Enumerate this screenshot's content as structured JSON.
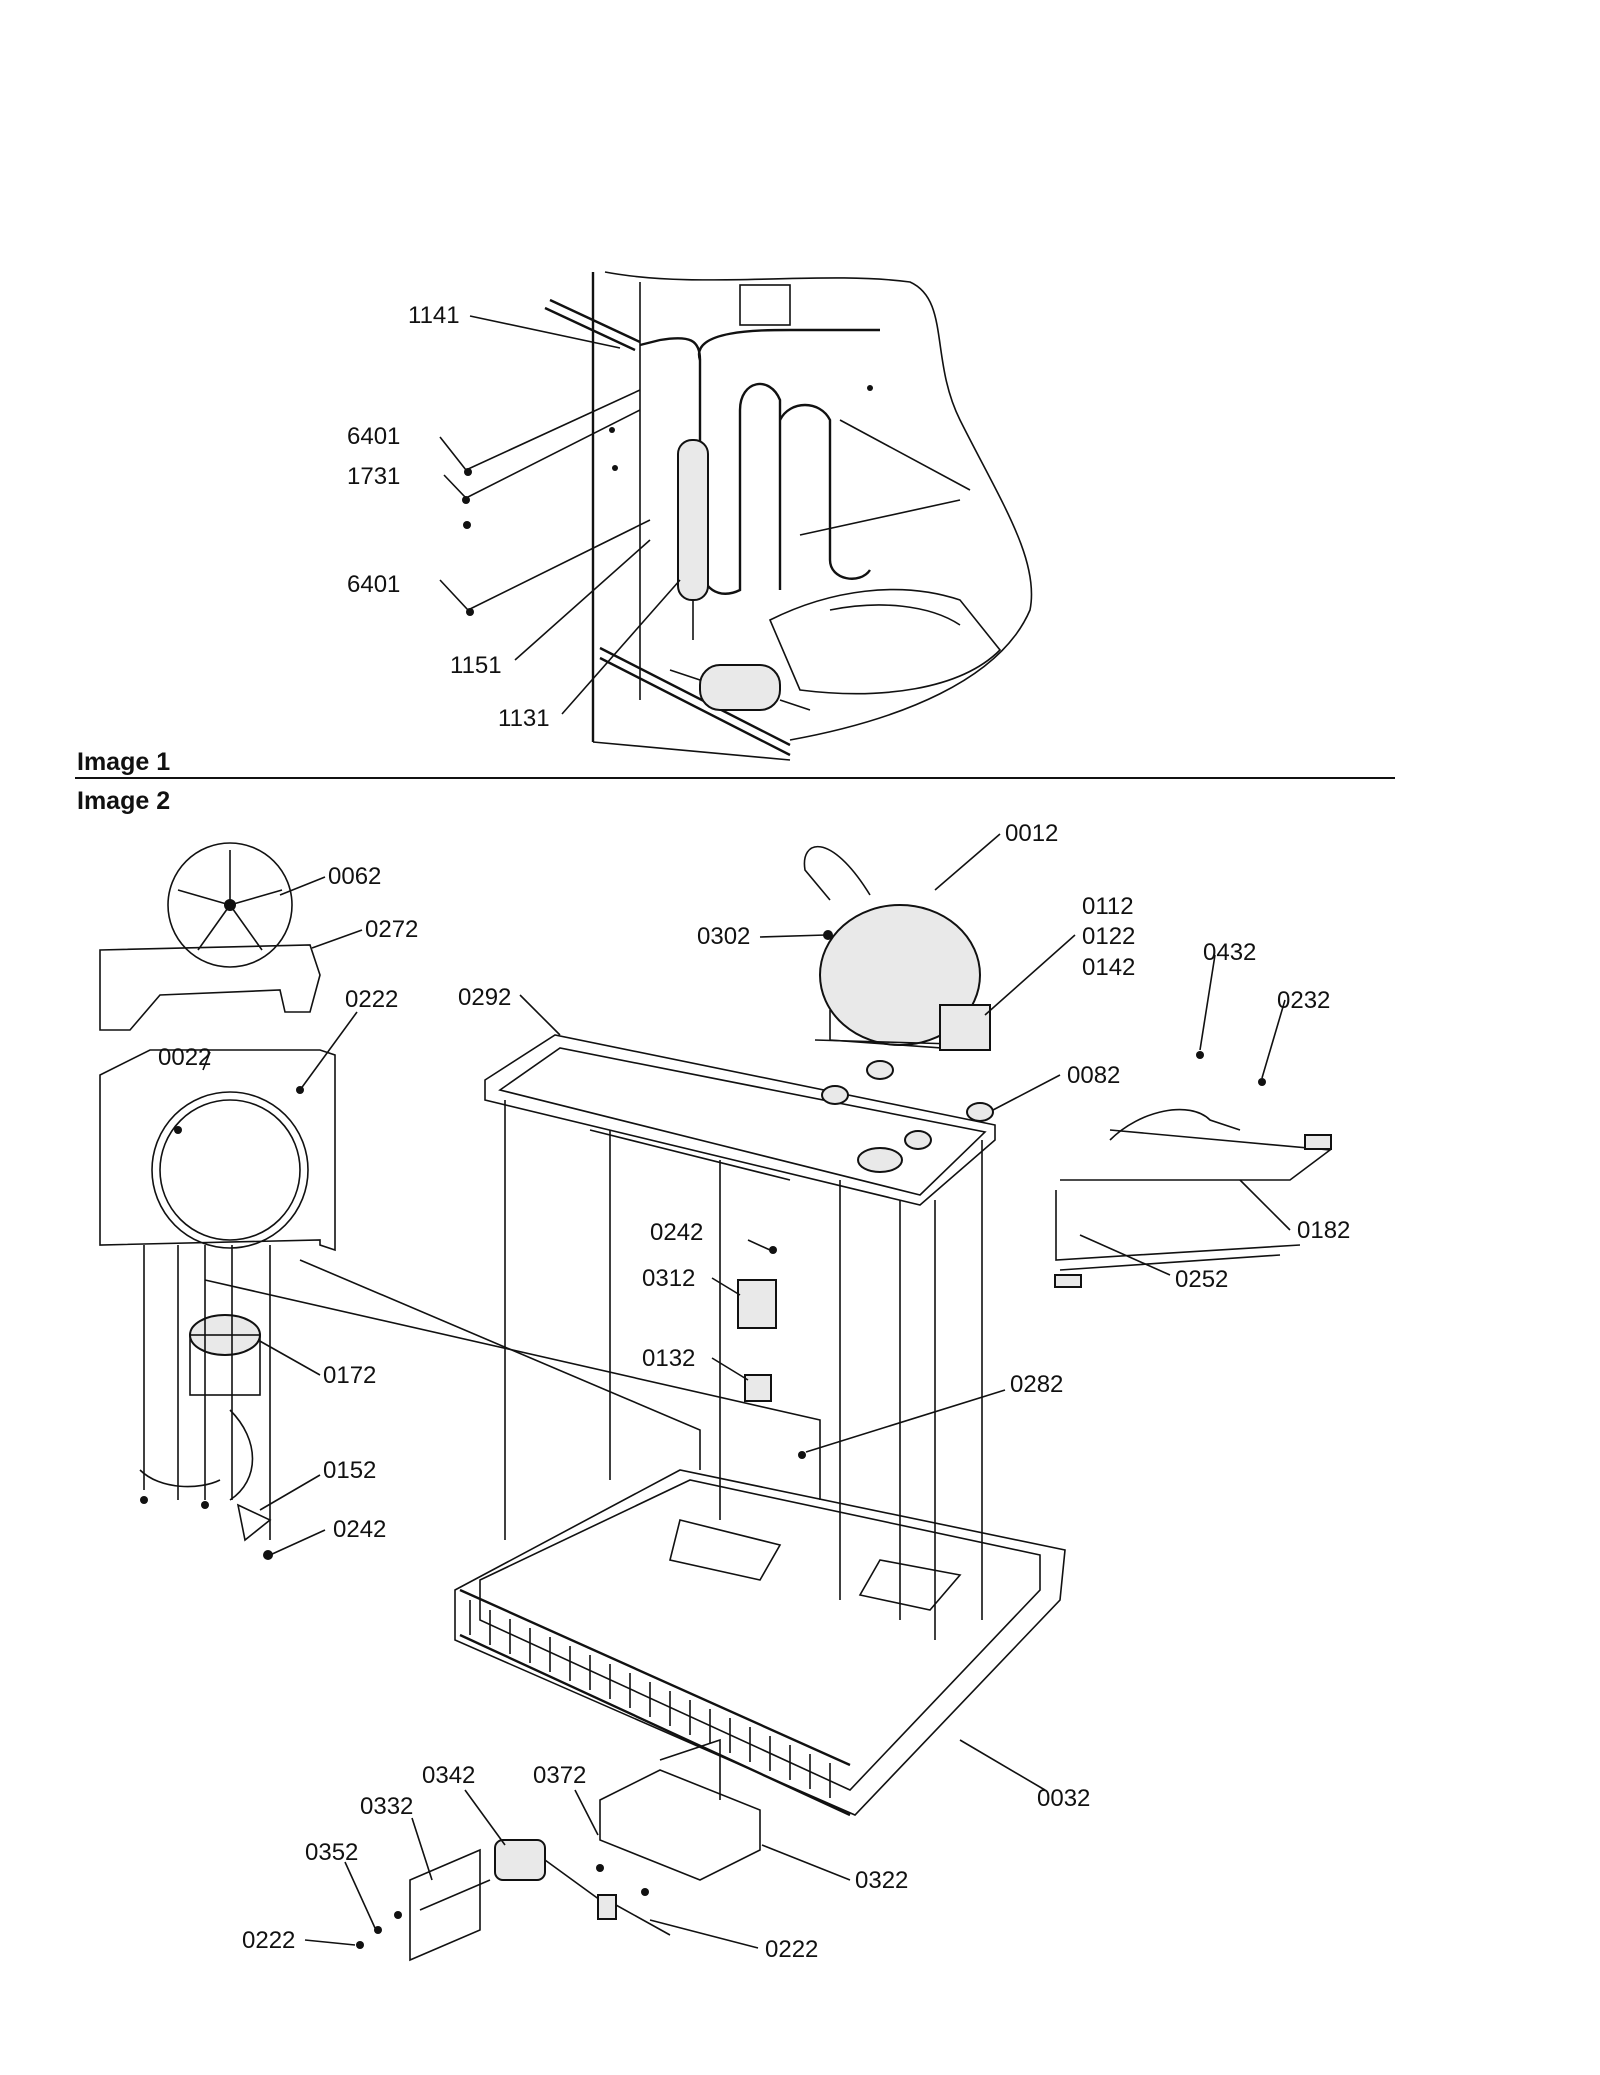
{
  "sections": {
    "image1": "Image 1",
    "image2": "Image 2"
  },
  "image1_labels": [
    "1141",
    "6401",
    "1731",
    "6401",
    "1151",
    "1131"
  ],
  "image2_labels": [
    "0062",
    "0272",
    "0222",
    "0022",
    "0172",
    "0152",
    "0242",
    "0012",
    "0302",
    "0112",
    "0122",
    "0142",
    "0292",
    "0082",
    "0432",
    "0232",
    "0182",
    "0252",
    "0242",
    "0312",
    "0132",
    "0282",
    "0032",
    "0342",
    "0372",
    "0332",
    "0352",
    "0222",
    "0322",
    "0222"
  ]
}
